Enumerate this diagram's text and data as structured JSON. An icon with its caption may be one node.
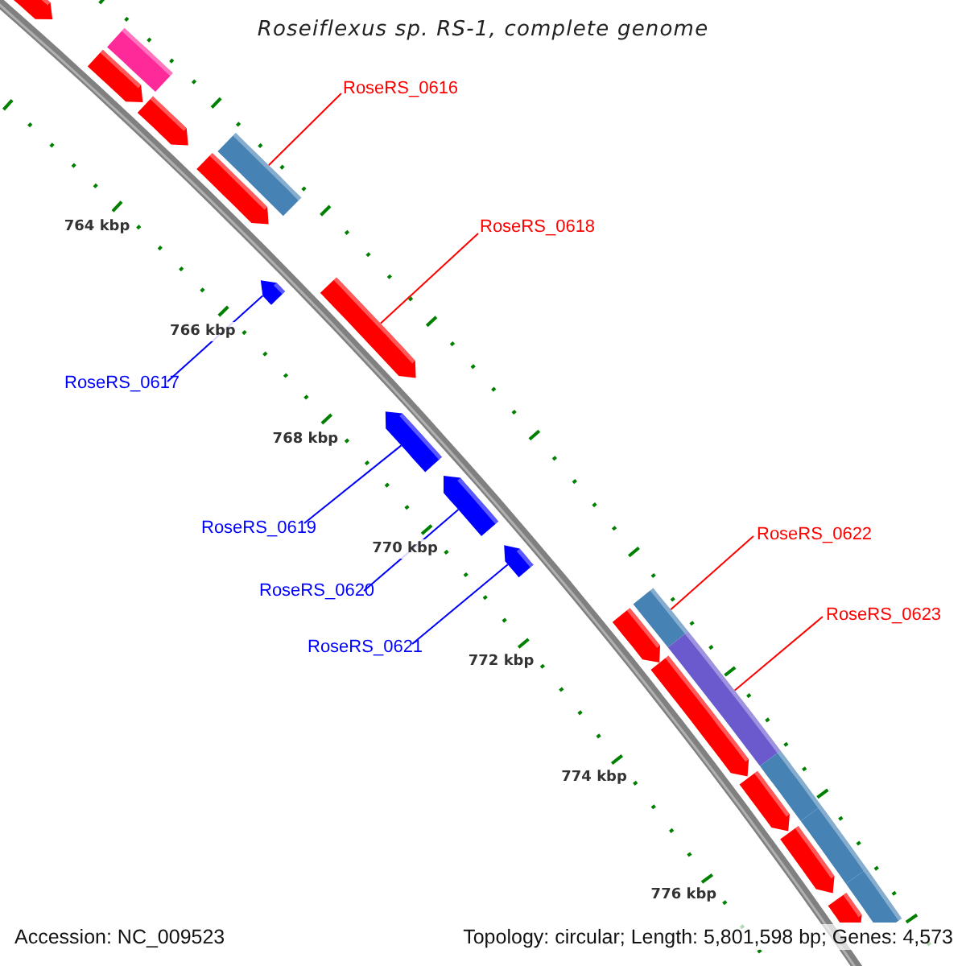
{
  "diagram": {
    "title": "Roseiflexus sp. RS-1, complete genome",
    "nodes": [
      {
        "text": [],
        "shape": "bar"
      },
      {
        "text": [],
        "shape": "bar"
      },
      {
        "text": [],
        "shape": "bar"
      },
      {
        "text": [],
        "shape": "bar"
      },
      {
        "text": [],
        "shape": "bar"
      },
      {
        "text": [],
        "shape": "bar"
      },
      {
        "text": [],
        "shape": "bar"
      },
      {
        "text": [],
        "shape": "bar"
      },
      {
        "text": [],
        "shape": "bar"
      },
      {
        "text": [],
        "shape": "bar"
      },
      {
        "text": [],
        "shape": "bar"
      },
      {
        "text": [],
        "shape": "bar"
      },
      {
        "text": [],
        "shape": "bar"
      },
      {
        "text": [],
        "shape": "bar"
      },
      {
        "text": [],
        "shape": "bar"
      },
      {
        "text": [],
        "shape": "bar"
      },
      {
        "text": [],
        "shape": "bar"
      },
      {
        "text": [],
        "shape": "bar"
      },
      {
        "text": [],
        "shape": "bar"
      },
      {
        "text": [],
        "shape": "bar"
      },
      {
        "text": [],
        "shape": "bar"
      },
      {
        "text": [
          "RoseRS_0616"
        ]
      },
      {
        "text": [
          "RoseRS_0618"
        ]
      },
      {
        "text": [
          "RoseRS_0617"
        ]
      },
      {
        "text": [
          "RoseRS_0619"
        ]
      },
      {
        "text": [
          "RoseRS_0620"
        ]
      },
      {
        "text": [
          "RoseRS_0621"
        ]
      },
      {
        "text": [
          "RoseRS_0622"
        ]
      },
      {
        "text": [
          "RoseRS_0623"
        ]
      }
    ],
    "edges": [
      {
        "from": 21,
        "to": 4,
        "arrow": "none"
      },
      {
        "from": 22,
        "to": 7,
        "arrow": "none"
      },
      {
        "from": 23,
        "to": 6,
        "arrow": "none",
        "color": "#0000ff"
      },
      {
        "from": 24,
        "to": 8,
        "arrow": "none",
        "color": "#0000ff"
      },
      {
        "from": 25,
        "to": 9,
        "arrow": "none",
        "color": "#0000ff"
      },
      {
        "from": 26,
        "to": 10,
        "arrow": "none",
        "color": "#0000ff"
      },
      {
        "from": 27,
        "to": 11,
        "arrow": "none"
      },
      {
        "from": 28,
        "to": 13,
        "arrow": "none"
      }
    ],
    "labels": [
      "764 kbp",
      "766 kbp",
      "768 kbp",
      "770 kbp",
      "772 kbp",
      "774 kbp",
      "776 kbp",
      "Accession: NC_009523",
      "Topology: circular; Length: 5,801,598 bp; Genes: 4,573"
    ]
  }
}
